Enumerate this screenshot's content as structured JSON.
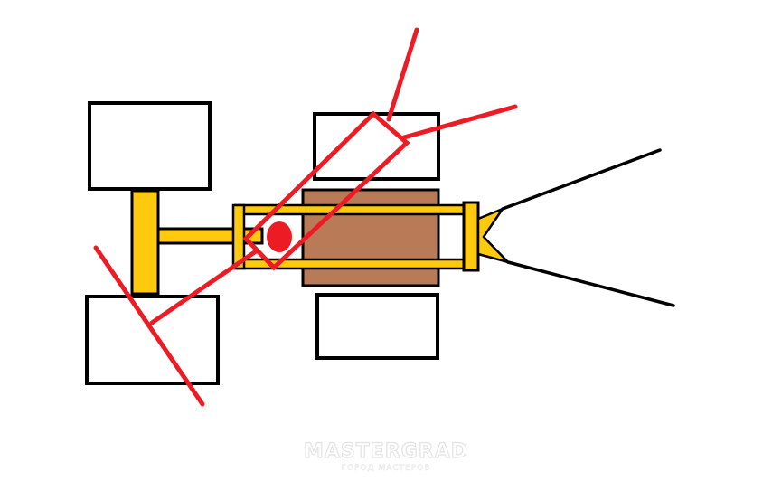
{
  "watermark": {
    "title": "MASTERGRAD",
    "subtitle": "ГОРОД МАСТЕРОВ"
  },
  "colors": {
    "outline": "#000000",
    "wheel_fill": "#ffffff",
    "frame_yellow": "#ffc90e",
    "body_brown": "#b97a57",
    "red": "#ed1c24",
    "rope": "#000000"
  },
  "icons": {
    "pivot": "red-pivot-dot"
  }
}
